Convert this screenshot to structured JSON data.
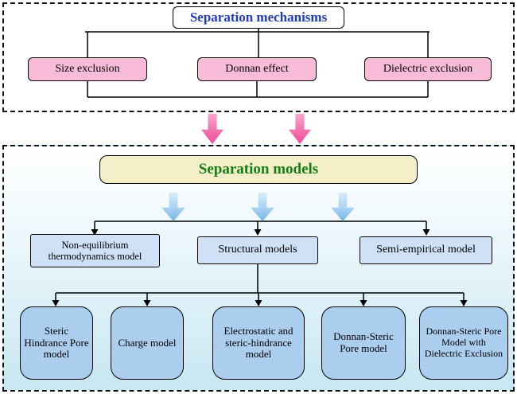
{
  "mechanisms": {
    "title": "Separation mechanisms",
    "items": [
      {
        "label": "Size exclusion"
      },
      {
        "label": "Donnan effect"
      },
      {
        "label": "Dielectric exclusion"
      }
    ]
  },
  "models": {
    "title": "Separation models",
    "categories": [
      {
        "label": "Non-equilibrium thermodynamics model"
      },
      {
        "label": "Structural models"
      },
      {
        "label": "Semi-empirical model"
      }
    ],
    "structural_models": [
      {
        "label": "Steric Hindrance Pore model"
      },
      {
        "label": "Charge model"
      },
      {
        "label": "Electrostatic and steric-hindrance model"
      },
      {
        "label": "Donnan-Steric Pore model"
      },
      {
        "label": "Donnan-Steric Pore Model with Dielectric Exclusion"
      }
    ]
  },
  "icons": {
    "mechanisms_to_models_arrow": "pink-down-arrow",
    "models_branch_arrow": "blue-down-arrow"
  },
  "colors": {
    "title_blue": "#1f3bc4",
    "models_green": "#128012",
    "mechanism_pink": "#f8bcd8",
    "models_yellow": "#f4eec9",
    "category_blue": "#cfe1f6",
    "model_blue": "#abcdee",
    "pink_arrow": "#ee4f9b",
    "blue_arrow": "#74b4e4",
    "line_black": "#000000"
  }
}
